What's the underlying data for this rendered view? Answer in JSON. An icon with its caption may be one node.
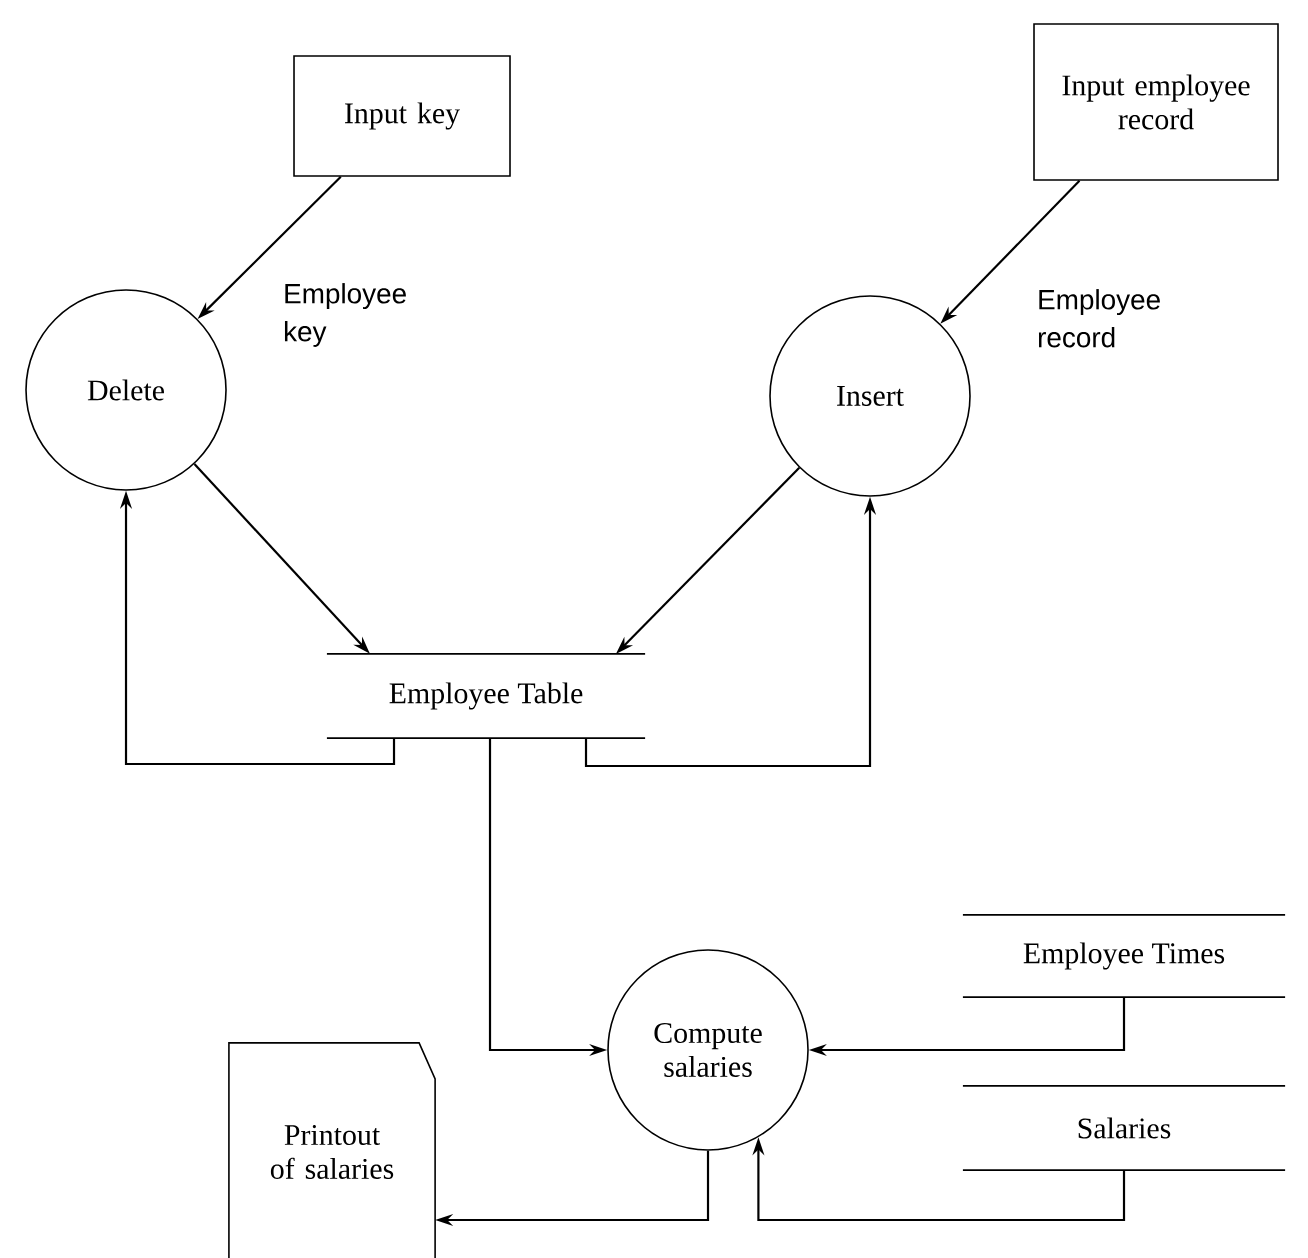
{
  "diagram": {
    "nodes": [
      {
        "text": [
          "Input key"
        ]
      },
      {
        "text": [
          "Input employee record"
        ]
      },
      {
        "text": [
          "Delete"
        ]
      },
      {
        "text": [
          "Insert"
        ]
      },
      {
        "text": [
          "Employee Table"
        ]
      },
      {
        "text": [
          "Employee Times"
        ]
      },
      {
        "text": [
          "Salaries"
        ]
      },
      {
        "text": [
          "Compute salaries"
        ]
      },
      {
        "text": [
          "Printout of salaries"
        ]
      }
    ],
    "edges": [
      {
        "from": 0,
        "to": 2,
        "arrow": "to",
        "label": "Employee key"
      },
      {
        "from": 1,
        "to": 3,
        "arrow": "to",
        "label": "Employee record"
      },
      {
        "from": 2,
        "to": 4,
        "arrow": "to"
      },
      {
        "from": 3,
        "to": 4,
        "arrow": "to"
      },
      {
        "from": 4,
        "to": 2,
        "arrow": "to"
      },
      {
        "from": 4,
        "to": 3,
        "arrow": "to"
      },
      {
        "from": 4,
        "to": 7,
        "arrow": "to"
      },
      {
        "from": 5,
        "to": 7,
        "arrow": "to"
      },
      {
        "from": 6,
        "to": 7,
        "arrow": "to"
      },
      {
        "from": 7,
        "to": 8,
        "arrow": "to"
      }
    ]
  }
}
